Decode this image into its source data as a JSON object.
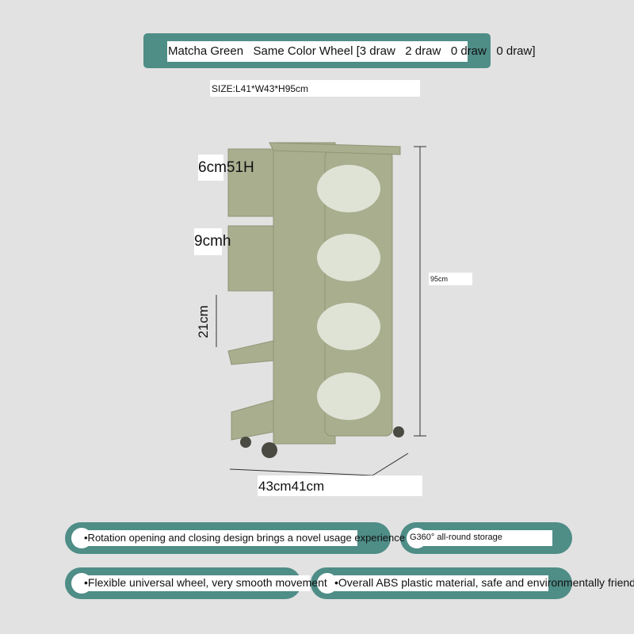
{
  "header": {
    "title": "Matcha Green   Same Color Wheel [3 draw   2 draw   0 draw   0 draw]"
  },
  "size_label": "SIZE:L41*W43*H95cm",
  "dimensions": {
    "top_drawer": "6cm51H",
    "mid_drawer": "9cmh",
    "open_tray": "21cm",
    "height": "95cm",
    "footprint": "43cm41cm"
  },
  "features": [
    {
      "text": "•Rotation opening and closing design brings a novel usage experience"
    },
    {
      "text": "G360° all-round storage"
    },
    {
      "text": "•Flexible universal wheel, very smooth movement"
    },
    {
      "text": "•Overall ABS plastic material, safe and environmentally friendly"
    }
  ],
  "colors": {
    "accent": "#4f8d87",
    "product": "#a8ae8e",
    "background": "#e2e2e2"
  }
}
